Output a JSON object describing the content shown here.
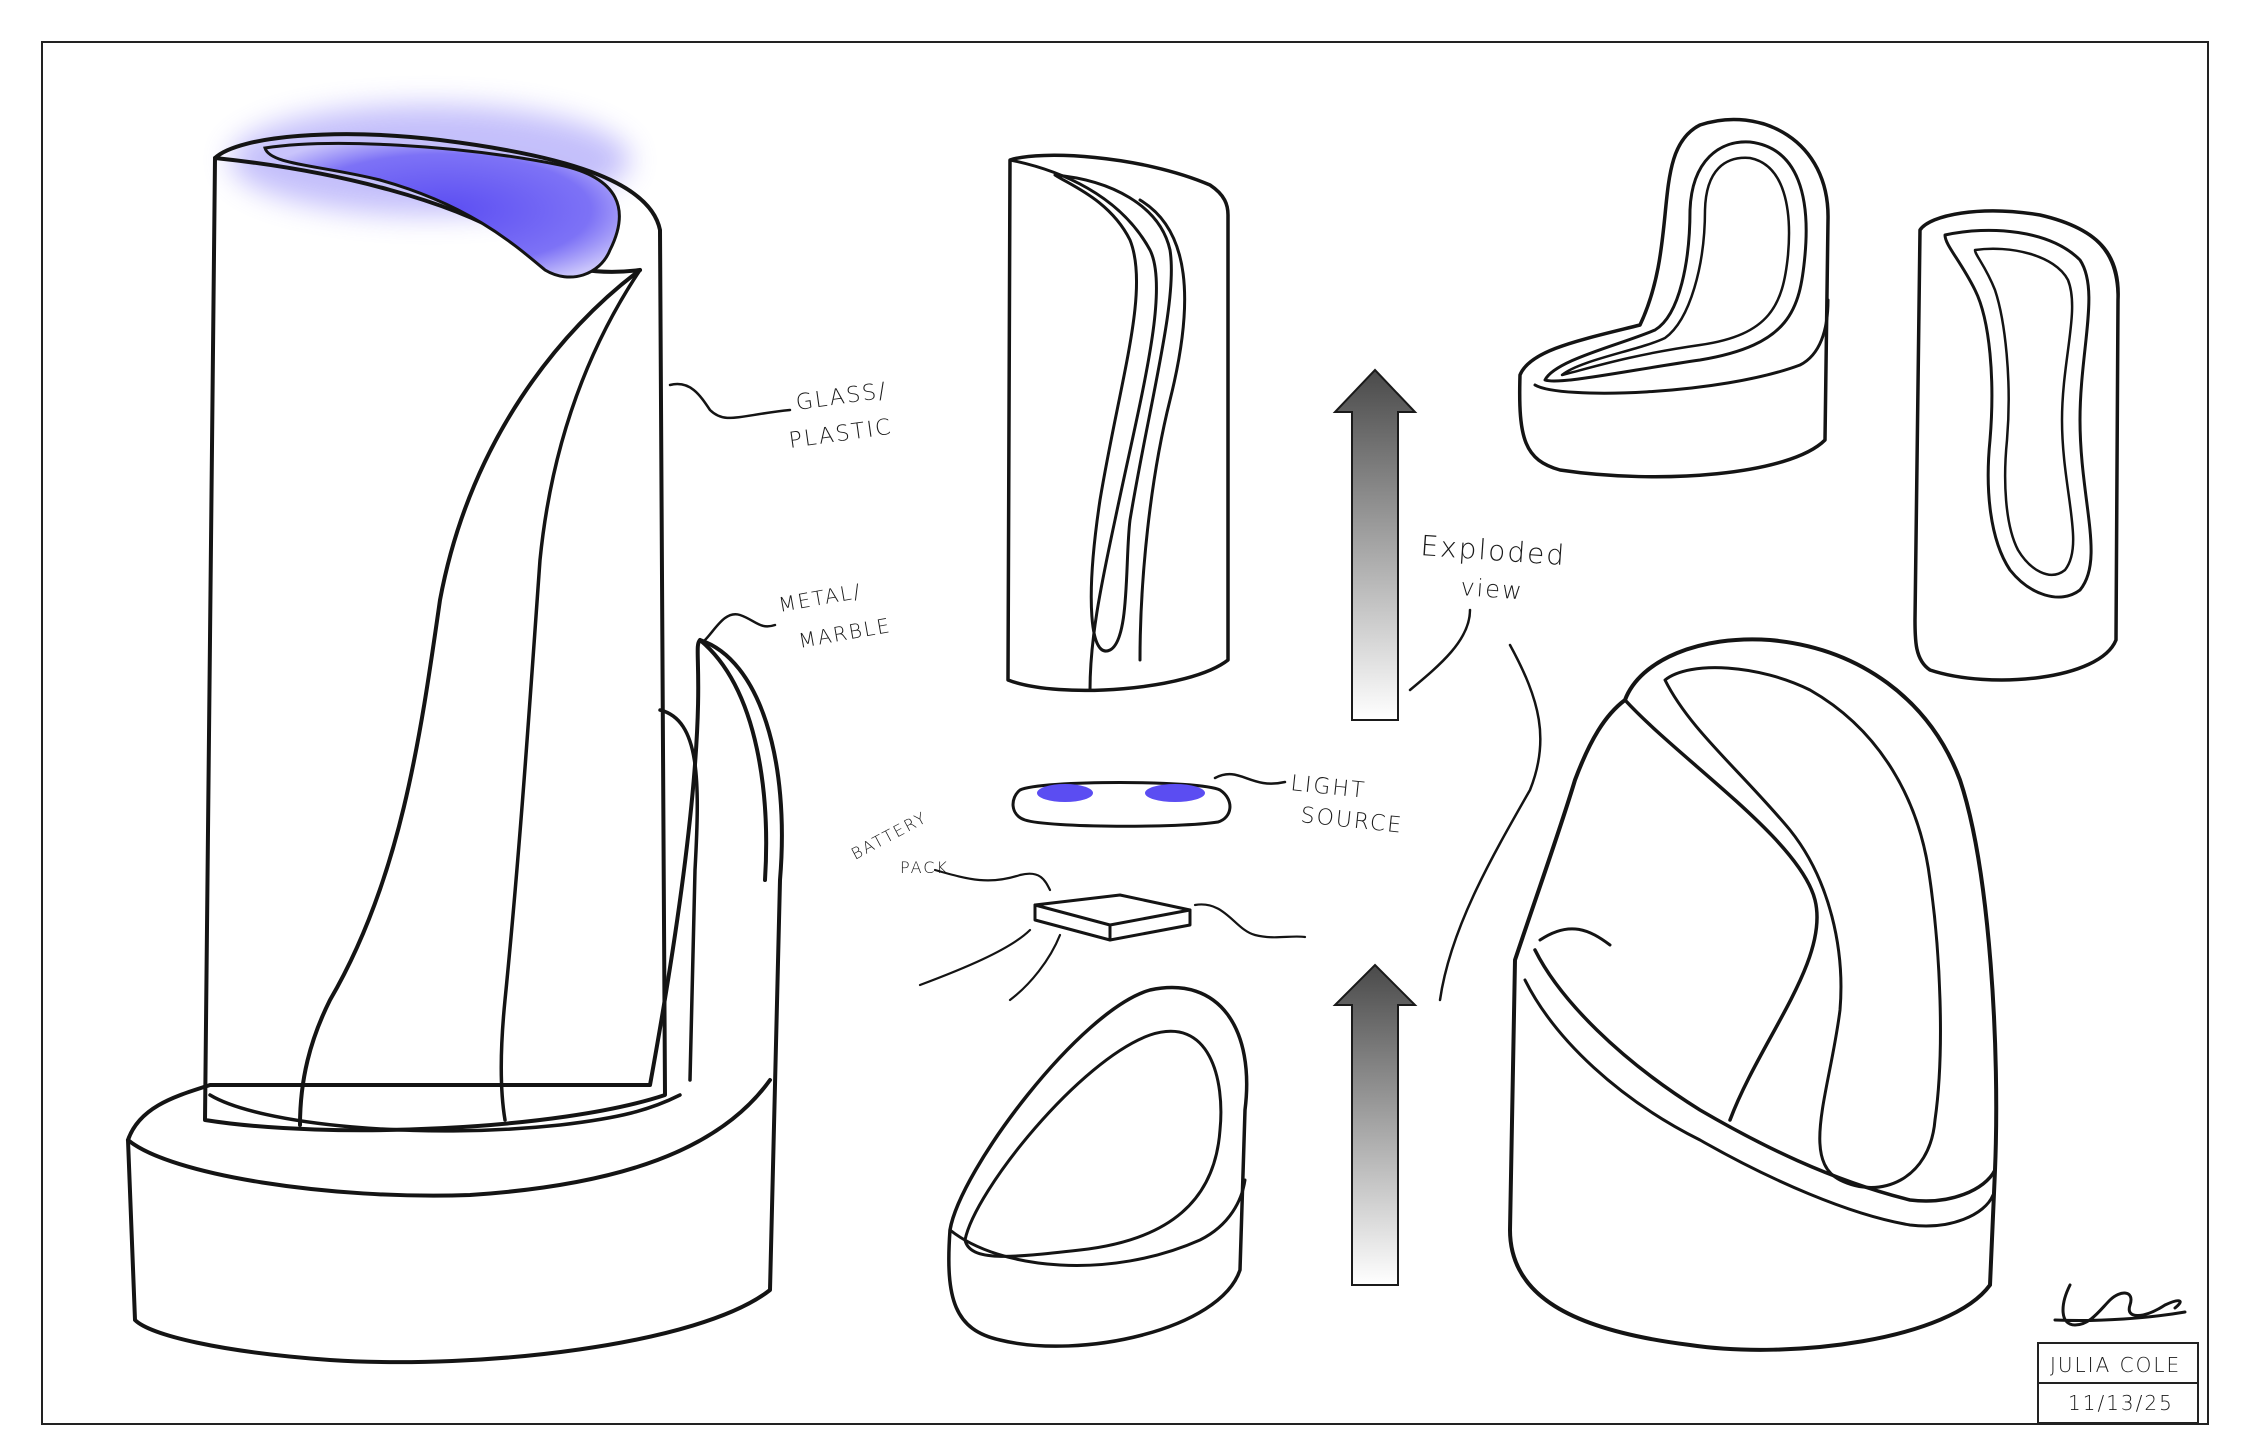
{
  "annotations": {
    "glass_line1": "GLASS/",
    "glass_line2": "PLASTIC",
    "metal_line1": "METAL/",
    "metal_line2": "MARBLE",
    "exploded_line1": "Exploded",
    "exploded_line2": "view",
    "light_line1": "LIGHT",
    "light_line2": "SOURCE",
    "battery_line1": "BATTERY",
    "battery_line2": "PACK"
  },
  "title_block": {
    "name": "JULIA COLE",
    "date": "11/13/25"
  },
  "colors": {
    "glow": "#6b5cf5",
    "ink": "#141414",
    "paper": "#ffffff"
  }
}
